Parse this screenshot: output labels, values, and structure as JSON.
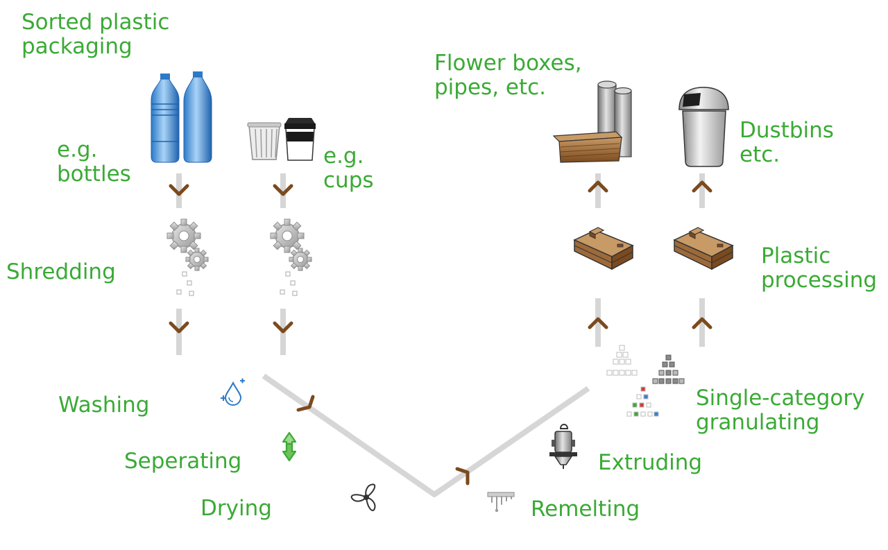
{
  "labels": {
    "sorted": [
      "Sorted plastic",
      "packaging"
    ],
    "bottles": [
      "e.g.",
      "bottles"
    ],
    "cups": [
      "e.g.",
      "cups"
    ],
    "shredding": "Shredding",
    "washing": "Washing",
    "separating": "Seperating",
    "drying": "Drying",
    "remelting": "Remelting",
    "extruding": "Extruding",
    "granulating": [
      "Single-category",
      "granulating"
    ],
    "processing": [
      "Plastic",
      "processing"
    ],
    "flower_boxes": [
      "Flower boxes,",
      "pipes, etc."
    ],
    "dustbins": [
      "Dustbins",
      "etc."
    ]
  },
  "icons": {
    "bottles": "water-bottles-icon",
    "cups": "cups-icon",
    "gears": "gears-icon",
    "flakes": "plastic-flakes-icon",
    "drop": "water-drop-icon",
    "separate": "up-down-arrows-icon",
    "fan": "fan-icon",
    "melt": "melting-icon",
    "extruder": "extruder-icon",
    "granulate": "granulate-pyramid-icon",
    "block": "plastic-block-icon",
    "products": "flower-box-and-pipes-icon",
    "dustbin": "dustbin-icon"
  },
  "colors": {
    "label": "#3aaa35",
    "line": "#d6d6d6",
    "arrow": "#7b4a1e",
    "bottle": "#3d8fd6",
    "wood": "#9c6a3a",
    "gear": "#b9b9b9"
  }
}
